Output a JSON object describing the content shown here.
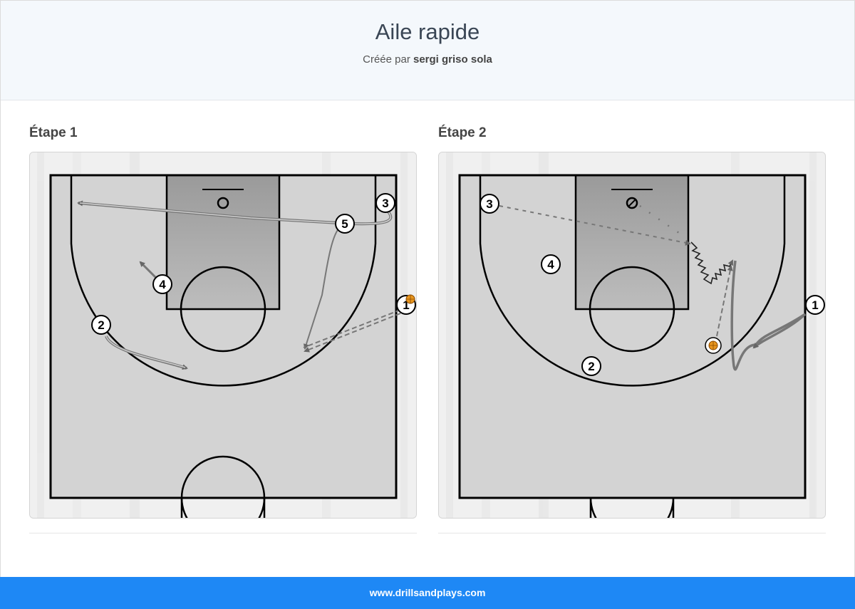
{
  "header": {
    "title": "Aile rapide",
    "created_prefix": "Créée par",
    "author": "sergi griso sola"
  },
  "steps": [
    {
      "label": "Étape 1",
      "players": [
        {
          "num": "1"
        },
        {
          "num": "2"
        },
        {
          "num": "3"
        },
        {
          "num": "4"
        },
        {
          "num": "5"
        }
      ]
    },
    {
      "label": "Étape 2",
      "players": [
        {
          "num": "1"
        },
        {
          "num": "2"
        },
        {
          "num": "3"
        },
        {
          "num": "4"
        }
      ]
    }
  ],
  "colors": {
    "accent": "#1e88f5",
    "ball": "#e8961e",
    "line": "#000000",
    "action": "#666666"
  },
  "footer": {
    "site": "www.drillsandplays.com"
  }
}
